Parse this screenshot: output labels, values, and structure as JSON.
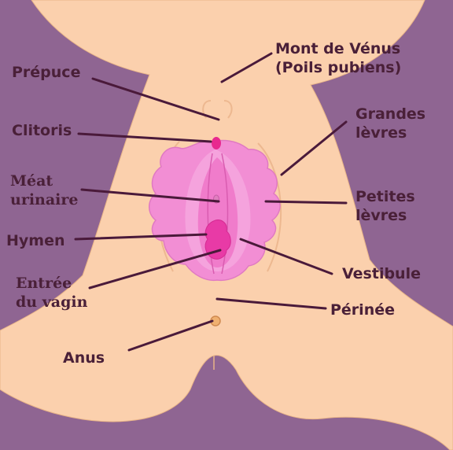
{
  "colors": {
    "background": "#8f6592",
    "skin": "#fbd0ad",
    "skin_outline": "#e8b488",
    "labia_outer": "#f28ed4",
    "labia_inner": "#f5a3dd",
    "vestibule": "#ee6fc4",
    "vaginal_opening": "#e83aa6",
    "clitoris": "#e8288f",
    "leader_line": "#4a1a3a",
    "label_text": "#4a2038"
  },
  "labels": {
    "mons": {
      "line1": "Mont de Vénus",
      "line2": "(Poils pubiens)"
    },
    "prepuce": {
      "text": "Prépuce"
    },
    "clitoris": {
      "text": "Clitoris"
    },
    "grandes": {
      "line1": "Grandes",
      "line2": "lèvres"
    },
    "meat": {
      "line1": "Méat",
      "line2": "urinaire"
    },
    "petites": {
      "line1": "Petites",
      "line2": "lèvres"
    },
    "hymen": {
      "text": "Hymen"
    },
    "vestibule": {
      "text": "Vestibule"
    },
    "entree": {
      "line1": "Entrée",
      "line2": "du vagin"
    },
    "perinee": {
      "text": "Périnée"
    },
    "anus": {
      "text": "Anus"
    }
  }
}
